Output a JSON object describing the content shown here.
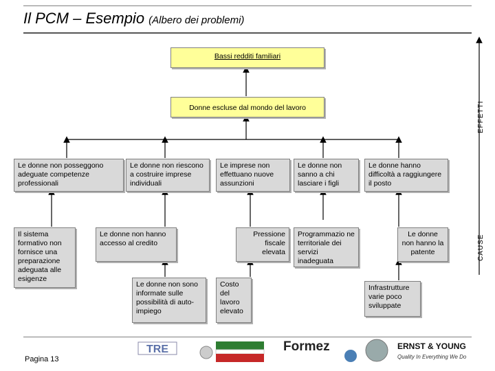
{
  "header": {
    "title_main": "Il PCM",
    "title_dash": " – Esempio ",
    "title_paren": "(Albero dei problemi)"
  },
  "side_labels": {
    "effects": "EFFETTI",
    "causes": "CAUSE"
  },
  "nodes": {
    "top_effect": "Bassi redditi familiari",
    "core_problem": "Donne escluse dal mondo del lavoro",
    "cause_1": "Le donne non posseggono adeguate competenze professionali",
    "cause_2": "Le donne non riescono a costruire imprese individuali",
    "cause_3": "Le imprese non effettuano nuove assunzioni",
    "cause_4": "Le donne non sanno a chi lasciare i figli",
    "cause_5": "Le donne hanno difficoltà a raggiungere il posto",
    "sub_1": "Il sistema formativo non fornisce una preparazione adeguata alle esigenze",
    "sub_2": "Le donne non hanno accesso al credito",
    "sub_3": "Pressione fiscale elevata",
    "sub_4": "Programmazio ne territoriale dei servizi inadeguata",
    "sub_5": "Le donne non hanno la patente",
    "root_1": "Le donne non sono informate sulle possibilità di auto-impiego",
    "root_2": "Costo del lavoro elevato",
    "root_3": "Infrastrutture varie poco sviluppate"
  },
  "footer": {
    "page": "Pagina 13",
    "logos": [
      "TRE",
      "Formez",
      "ERNST & YOUNG",
      "Quality In Everything We Do"
    ]
  },
  "colors": {
    "effect_fill": "#ffff99",
    "box_fill": "#d9d9d9",
    "line": "#000000",
    "rule": "#7f7f7f"
  }
}
